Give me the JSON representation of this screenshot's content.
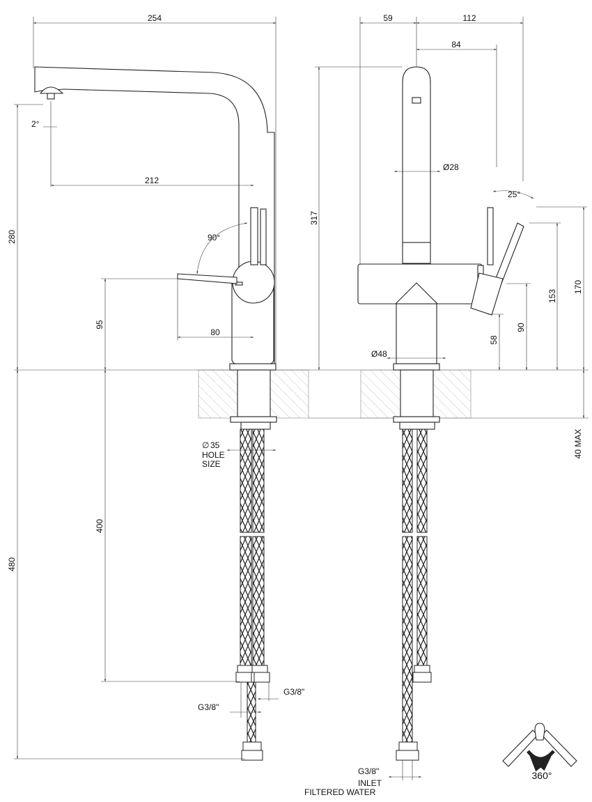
{
  "side_view": {
    "dims": {
      "overall_length": "254",
      "spout_reach": "212",
      "spout_angle": "2°",
      "lever_rotation": "90°",
      "lever_length": "80",
      "lever_height": "95",
      "spout_height": "280",
      "hose_length": "400",
      "total_hose_length": "480"
    },
    "hole_size": {
      "diameter": "35",
      "label_line1": "HOLE",
      "label_line2": "SIZE"
    },
    "thread_left": "G3/8\"",
    "thread_right": "G3/8\""
  },
  "front_view": {
    "dims": {
      "left_offset": "59",
      "right_offset": "112",
      "lever_offset": "84",
      "spout_diameter": "Ø28",
      "lever_angle": "25°",
      "body_height": "317",
      "base_diameter": "Ø48",
      "lever_top": "170",
      "lever_mid": "153",
      "lever_pivot": "90",
      "lever_bottom": "58",
      "deck_thickness": "40 MAX"
    },
    "inlet_thread": "G3/8\"",
    "inlet_line1": "INLET",
    "inlet_line2": "FILTERED WATER"
  },
  "swivel": {
    "label": "360°"
  }
}
